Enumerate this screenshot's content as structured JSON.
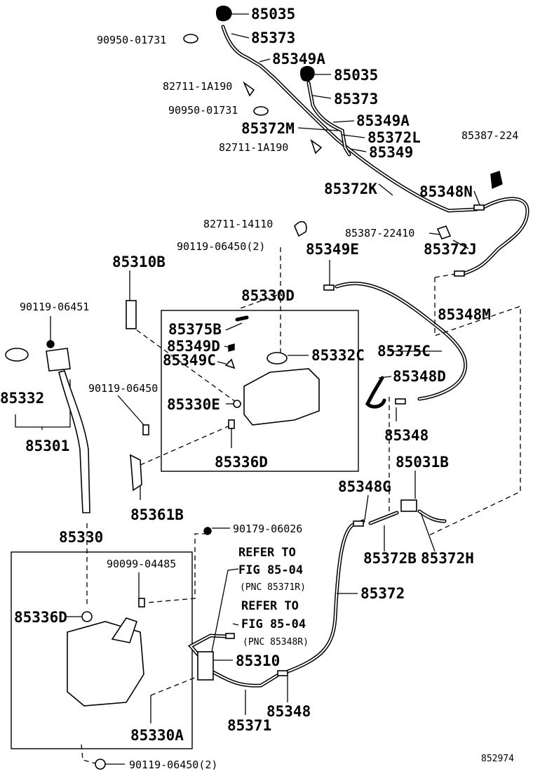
{
  "labels": {
    "p85035_a": "85035",
    "p85373_a": "85373",
    "p90950_a": "90950-01731",
    "p85349A_a": "85349A",
    "p82711_1a190_a": "82711-1A190",
    "p85035_b": "85035",
    "p85373_b": "85373",
    "p90950_b": "90950-01731",
    "p85349A_b": "85349A",
    "p85372M": "85372M",
    "p85372L": "85372L",
    "p82711_1a190_b": "82711-1A190",
    "p85349": "85349",
    "p85387_224_top": "85387-224",
    "p85372K": "85372K",
    "p85348N": "85348N",
    "p82711_14110": "82711-14110",
    "p85387_22410": "85387-22410",
    "p90119_06450_2a": "90119-06450(2)",
    "p85349E": "85349E",
    "p85372J": "85372J",
    "p85310B": "85310B",
    "p85330D": "85330D",
    "p85348M": "85348M",
    "p90119_06451": "90119-06451",
    "p85375B": "85375B",
    "p85349D": "85349D",
    "p85332C": "85332C",
    "p85349C": "85349C",
    "p85375C": "85375C",
    "p85348D": "85348D",
    "p85332": "85332",
    "p90119_06450": "90119-06450",
    "p85330E": "85330E",
    "p85301": "85301",
    "p85348_mid": "85348",
    "p85336D_mid": "85336D",
    "p85031B": "85031B",
    "p85361B": "85361B",
    "p85348G": "85348G",
    "p85330": "85330",
    "p90179_06026": "90179-06026",
    "p85372B": "85372B",
    "p85372H": "85372H",
    "ref1_line1": "REFER TO",
    "ref1_line2": "FIG 85-04",
    "ref1_line3": "(PNC 85371R)",
    "p90099_04485": "90099-04485",
    "p85372": "85372",
    "p85336D_low": "85336D",
    "ref2_line1": "REFER TO",
    "ref2_line2": "FIG 85-04",
    "ref2_line3": "(PNC 85348R)",
    "p85310": "85310",
    "p85348_low": "85348",
    "p85330A": "85330A",
    "p85371": "85371",
    "p90119_06450_2b": "90119-06450(2)",
    "figure_number": "852974"
  },
  "icons": [
    "nozzle-icon",
    "grommet-icon",
    "hose-clip-icon",
    "check-valve-icon",
    "pump-icon",
    "tank-icon",
    "cap-icon",
    "bolt-icon"
  ]
}
